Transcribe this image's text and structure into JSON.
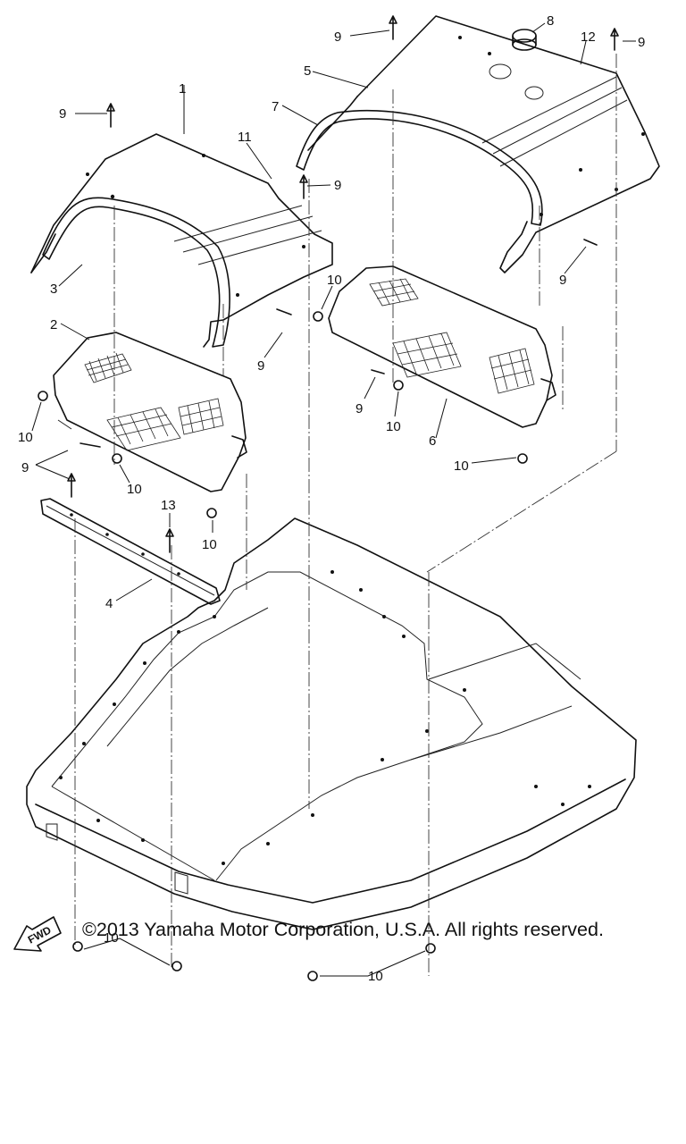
{
  "diagram": {
    "callouts": {
      "c1": "1",
      "c2": "2",
      "c3": "3",
      "c4": "4",
      "c5": "5",
      "c6": "6",
      "c7": "7",
      "c8": "8",
      "c9": "9",
      "c10": "10",
      "c11": "11",
      "c12": "12",
      "c13": "13"
    },
    "fwd_label": "FWD"
  },
  "footer": {
    "copyright": "©2013 Yamaha Motor Corporation, U.S.A. All rights reserved."
  }
}
